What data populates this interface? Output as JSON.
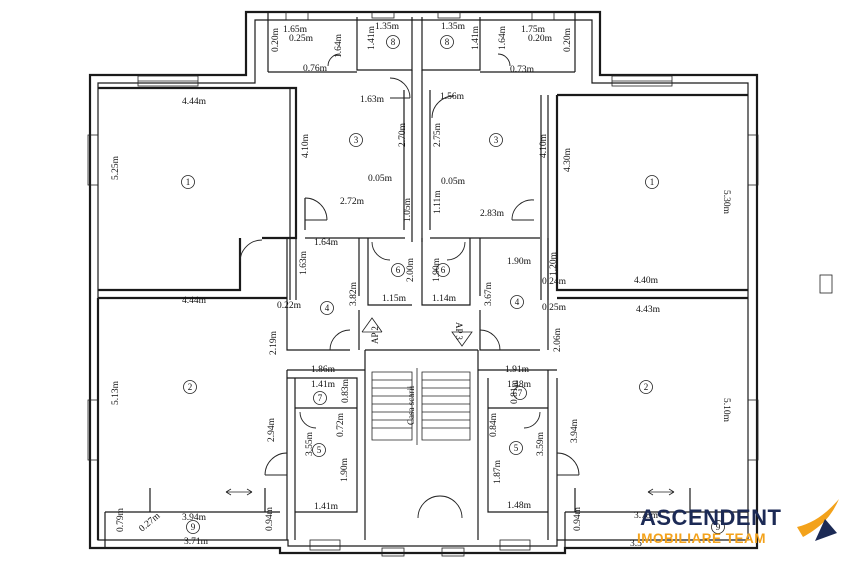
{
  "dimensions": [
    {
      "id": "d1",
      "text": "1.65m"
    },
    {
      "id": "d2",
      "text": "0.25m"
    },
    {
      "id": "d3",
      "text": "0.20m"
    },
    {
      "id": "d4",
      "text": "0.76m"
    },
    {
      "id": "d5",
      "text": "1.64m"
    },
    {
      "id": "d6",
      "text": "1.35m"
    },
    {
      "id": "d7",
      "text": "1.41m"
    },
    {
      "id": "d8",
      "text": "1.35m"
    },
    {
      "id": "d9",
      "text": "1.41m"
    },
    {
      "id": "d10",
      "text": "1.75m"
    },
    {
      "id": "d11",
      "text": "0.20m"
    },
    {
      "id": "d12",
      "text": "1.64m"
    },
    {
      "id": "d13",
      "text": "0.20m"
    },
    {
      "id": "d14",
      "text": "0.73m"
    },
    {
      "id": "d15",
      "text": "4.44m"
    },
    {
      "id": "d16",
      "text": "1.63m"
    },
    {
      "id": "d17",
      "text": "1.56m"
    },
    {
      "id": "d18",
      "text": "2.70m"
    },
    {
      "id": "d19",
      "text": "2.75m"
    },
    {
      "id": "d20",
      "text": "4.10m"
    },
    {
      "id": "d21",
      "text": "4.10m"
    },
    {
      "id": "d22",
      "text": "4.30m"
    },
    {
      "id": "d23",
      "text": "5.25m"
    },
    {
      "id": "d24",
      "text": "5.30m"
    },
    {
      "id": "d25",
      "text": "0.05m"
    },
    {
      "id": "d26",
      "text": "0.05m"
    },
    {
      "id": "d27",
      "text": "2.72m"
    },
    {
      "id": "d28",
      "text": "1.05m"
    },
    {
      "id": "d29",
      "text": "1.11m"
    },
    {
      "id": "d30",
      "text": "2.83m"
    },
    {
      "id": "d31",
      "text": "1.64m"
    },
    {
      "id": "d32",
      "text": "1.63m"
    },
    {
      "id": "d33",
      "text": "2.00m"
    },
    {
      "id": "d34",
      "text": "1.90m"
    },
    {
      "id": "d35",
      "text": "1.90m"
    },
    {
      "id": "d36",
      "text": "1.20m"
    },
    {
      "id": "d37",
      "text": "4.40m"
    },
    {
      "id": "d38",
      "text": "0.24m"
    },
    {
      "id": "d39",
      "text": "3.82m"
    },
    {
      "id": "d40",
      "text": "1.15m"
    },
    {
      "id": "d41",
      "text": "1.14m"
    },
    {
      "id": "d42",
      "text": "3.67m"
    },
    {
      "id": "d43",
      "text": "4.44m"
    },
    {
      "id": "d44",
      "text": "0.22m"
    },
    {
      "id": "d45",
      "text": "0.25m"
    },
    {
      "id": "d46",
      "text": "4.43m"
    },
    {
      "id": "d47",
      "text": "2.19m"
    },
    {
      "id": "d48",
      "text": "2.06m"
    },
    {
      "id": "d49",
      "text": "5.13m"
    },
    {
      "id": "d50",
      "text": "5.10m"
    },
    {
      "id": "d51",
      "text": "1.86m"
    },
    {
      "id": "d52",
      "text": "1.91m"
    },
    {
      "id": "d53",
      "text": "1.41m"
    },
    {
      "id": "d54",
      "text": "1.48m"
    },
    {
      "id": "d55",
      "text": "0.83m"
    },
    {
      "id": "d56",
      "text": "0.81m"
    },
    {
      "id": "d57",
      "text": "0.72m"
    },
    {
      "id": "d58",
      "text": "0.84m"
    },
    {
      "id": "d59",
      "text": "2.94m"
    },
    {
      "id": "d60",
      "text": "3.55m"
    },
    {
      "id": "d61",
      "text": "3.59m"
    },
    {
      "id": "d62",
      "text": "3.94m"
    },
    {
      "id": "d63",
      "text": "1.90m"
    },
    {
      "id": "d64",
      "text": "1.87m"
    },
    {
      "id": "d65",
      "text": "1.41m"
    },
    {
      "id": "d66",
      "text": "1.48m"
    },
    {
      "id": "d67",
      "text": "0.79m"
    },
    {
      "id": "d68",
      "text": "0.27m"
    },
    {
      "id": "d69",
      "text": "3.94m"
    },
    {
      "id": "d70",
      "text": "3.71m"
    },
    {
      "id": "d71",
      "text": "0.94m"
    },
    {
      "id": "d72",
      "text": "0.94m"
    },
    {
      "id": "d73",
      "text": "3.78m"
    },
    {
      "id": "d74",
      "text": "3.5"
    }
  ],
  "room_numbers": [
    "8",
    "8",
    "3",
    "3",
    "1",
    "1",
    "6",
    "6",
    "4",
    "4",
    "2",
    "2",
    "7",
    "7",
    "5",
    "5",
    "9",
    "9"
  ],
  "apartment_labels": {
    "left": "AP 2",
    "right": "AP 3"
  },
  "stair_label": "Casa scarii",
  "logo": {
    "line1": "ASCENDENT",
    "line2": "IMOBILIARE TEAM",
    "colors": {
      "navy": "#1c2a55",
      "orange": "#f3a21b"
    }
  }
}
